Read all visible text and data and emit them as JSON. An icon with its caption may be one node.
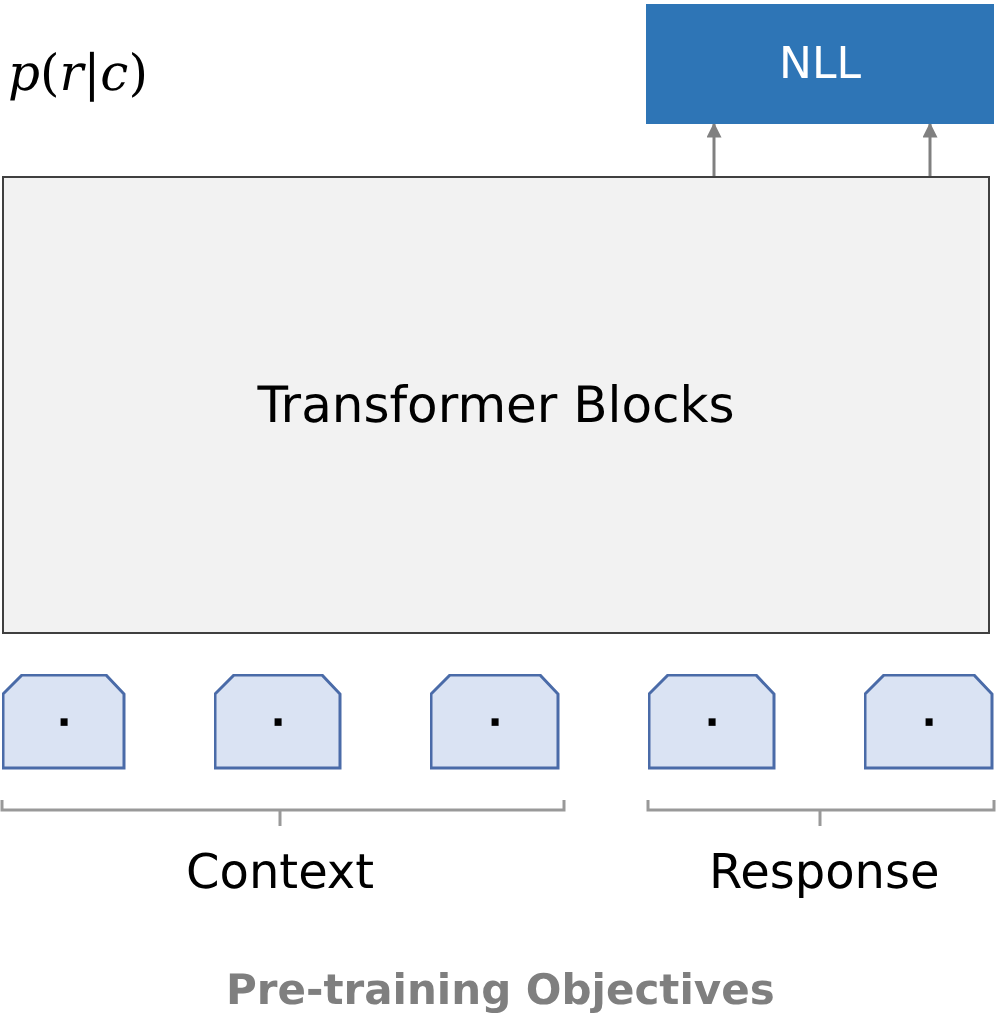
{
  "diagram": {
    "caption": "Pre-training Objectives",
    "nodes": [
      {
        "text": [
          "NLL"
        ]
      },
      {
        "text": [
          "Transformer Blocks"
        ]
      },
      {
        "text": [
          "·"
        ]
      },
      {
        "text": [
          "·"
        ]
      },
      {
        "text": [
          "·"
        ]
      },
      {
        "text": [
          "·"
        ]
      },
      {
        "text": [
          "·"
        ]
      }
    ],
    "edges": [
      {
        "from": 1,
        "to": 0,
        "arrow": "to"
      },
      {
        "from": 1,
        "to": 0,
        "arrow": "to"
      }
    ],
    "labels": [
      "*p*(*r*|*c*)",
      "Context",
      "Response"
    ]
  }
}
